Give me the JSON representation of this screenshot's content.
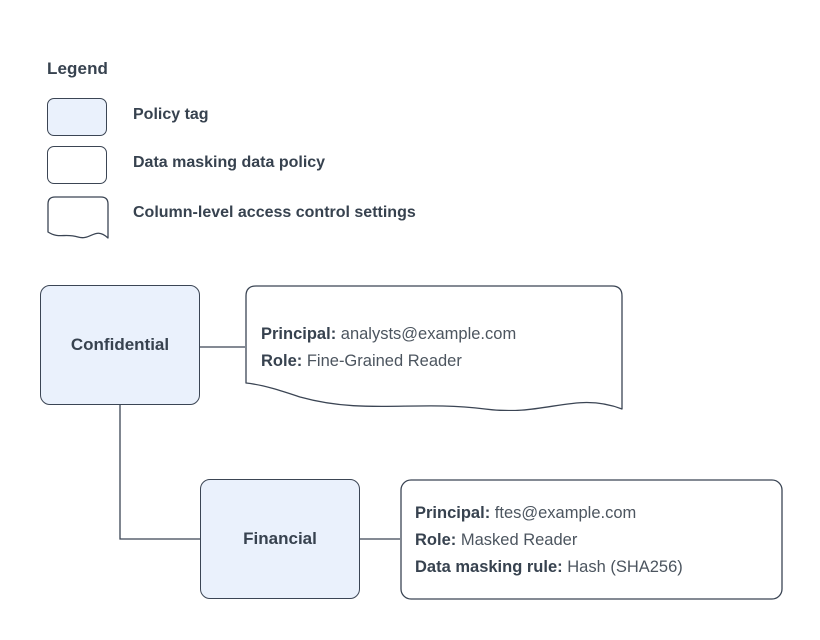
{
  "legend": {
    "title": "Legend",
    "items": [
      {
        "swatch": "policy-tag-swatch",
        "label": "Policy tag"
      },
      {
        "swatch": "data-policy-swatch",
        "label": "Data masking data policy"
      },
      {
        "swatch": "access-control-swatch",
        "label": "Column-level access control settings"
      }
    ]
  },
  "diagram": {
    "nodes": [
      {
        "id": "confidential",
        "label": "Confidential"
      },
      {
        "id": "financial",
        "label": "Financial"
      }
    ],
    "callouts": [
      {
        "id": "access",
        "shape": "wavy-bottom-document",
        "lines": [
          {
            "key": "Principal:",
            "value": "analysts@example.com"
          },
          {
            "key": "Role:",
            "value": "Fine-Grained Reader"
          }
        ]
      },
      {
        "id": "masking",
        "shape": "rounded-rectangle",
        "lines": [
          {
            "key": "Principal:",
            "value": "ftes@example.com"
          },
          {
            "key": "Role:",
            "value": "Masked Reader"
          },
          {
            "key": "Data masking rule:",
            "value": "Hash (SHA256)"
          }
        ]
      }
    ]
  },
  "colors": {
    "tag_fill": "#eaf1fc",
    "stroke": "#3b4554",
    "text": "#37424f",
    "value_text": "#4c555f",
    "background": "#ffffff"
  }
}
